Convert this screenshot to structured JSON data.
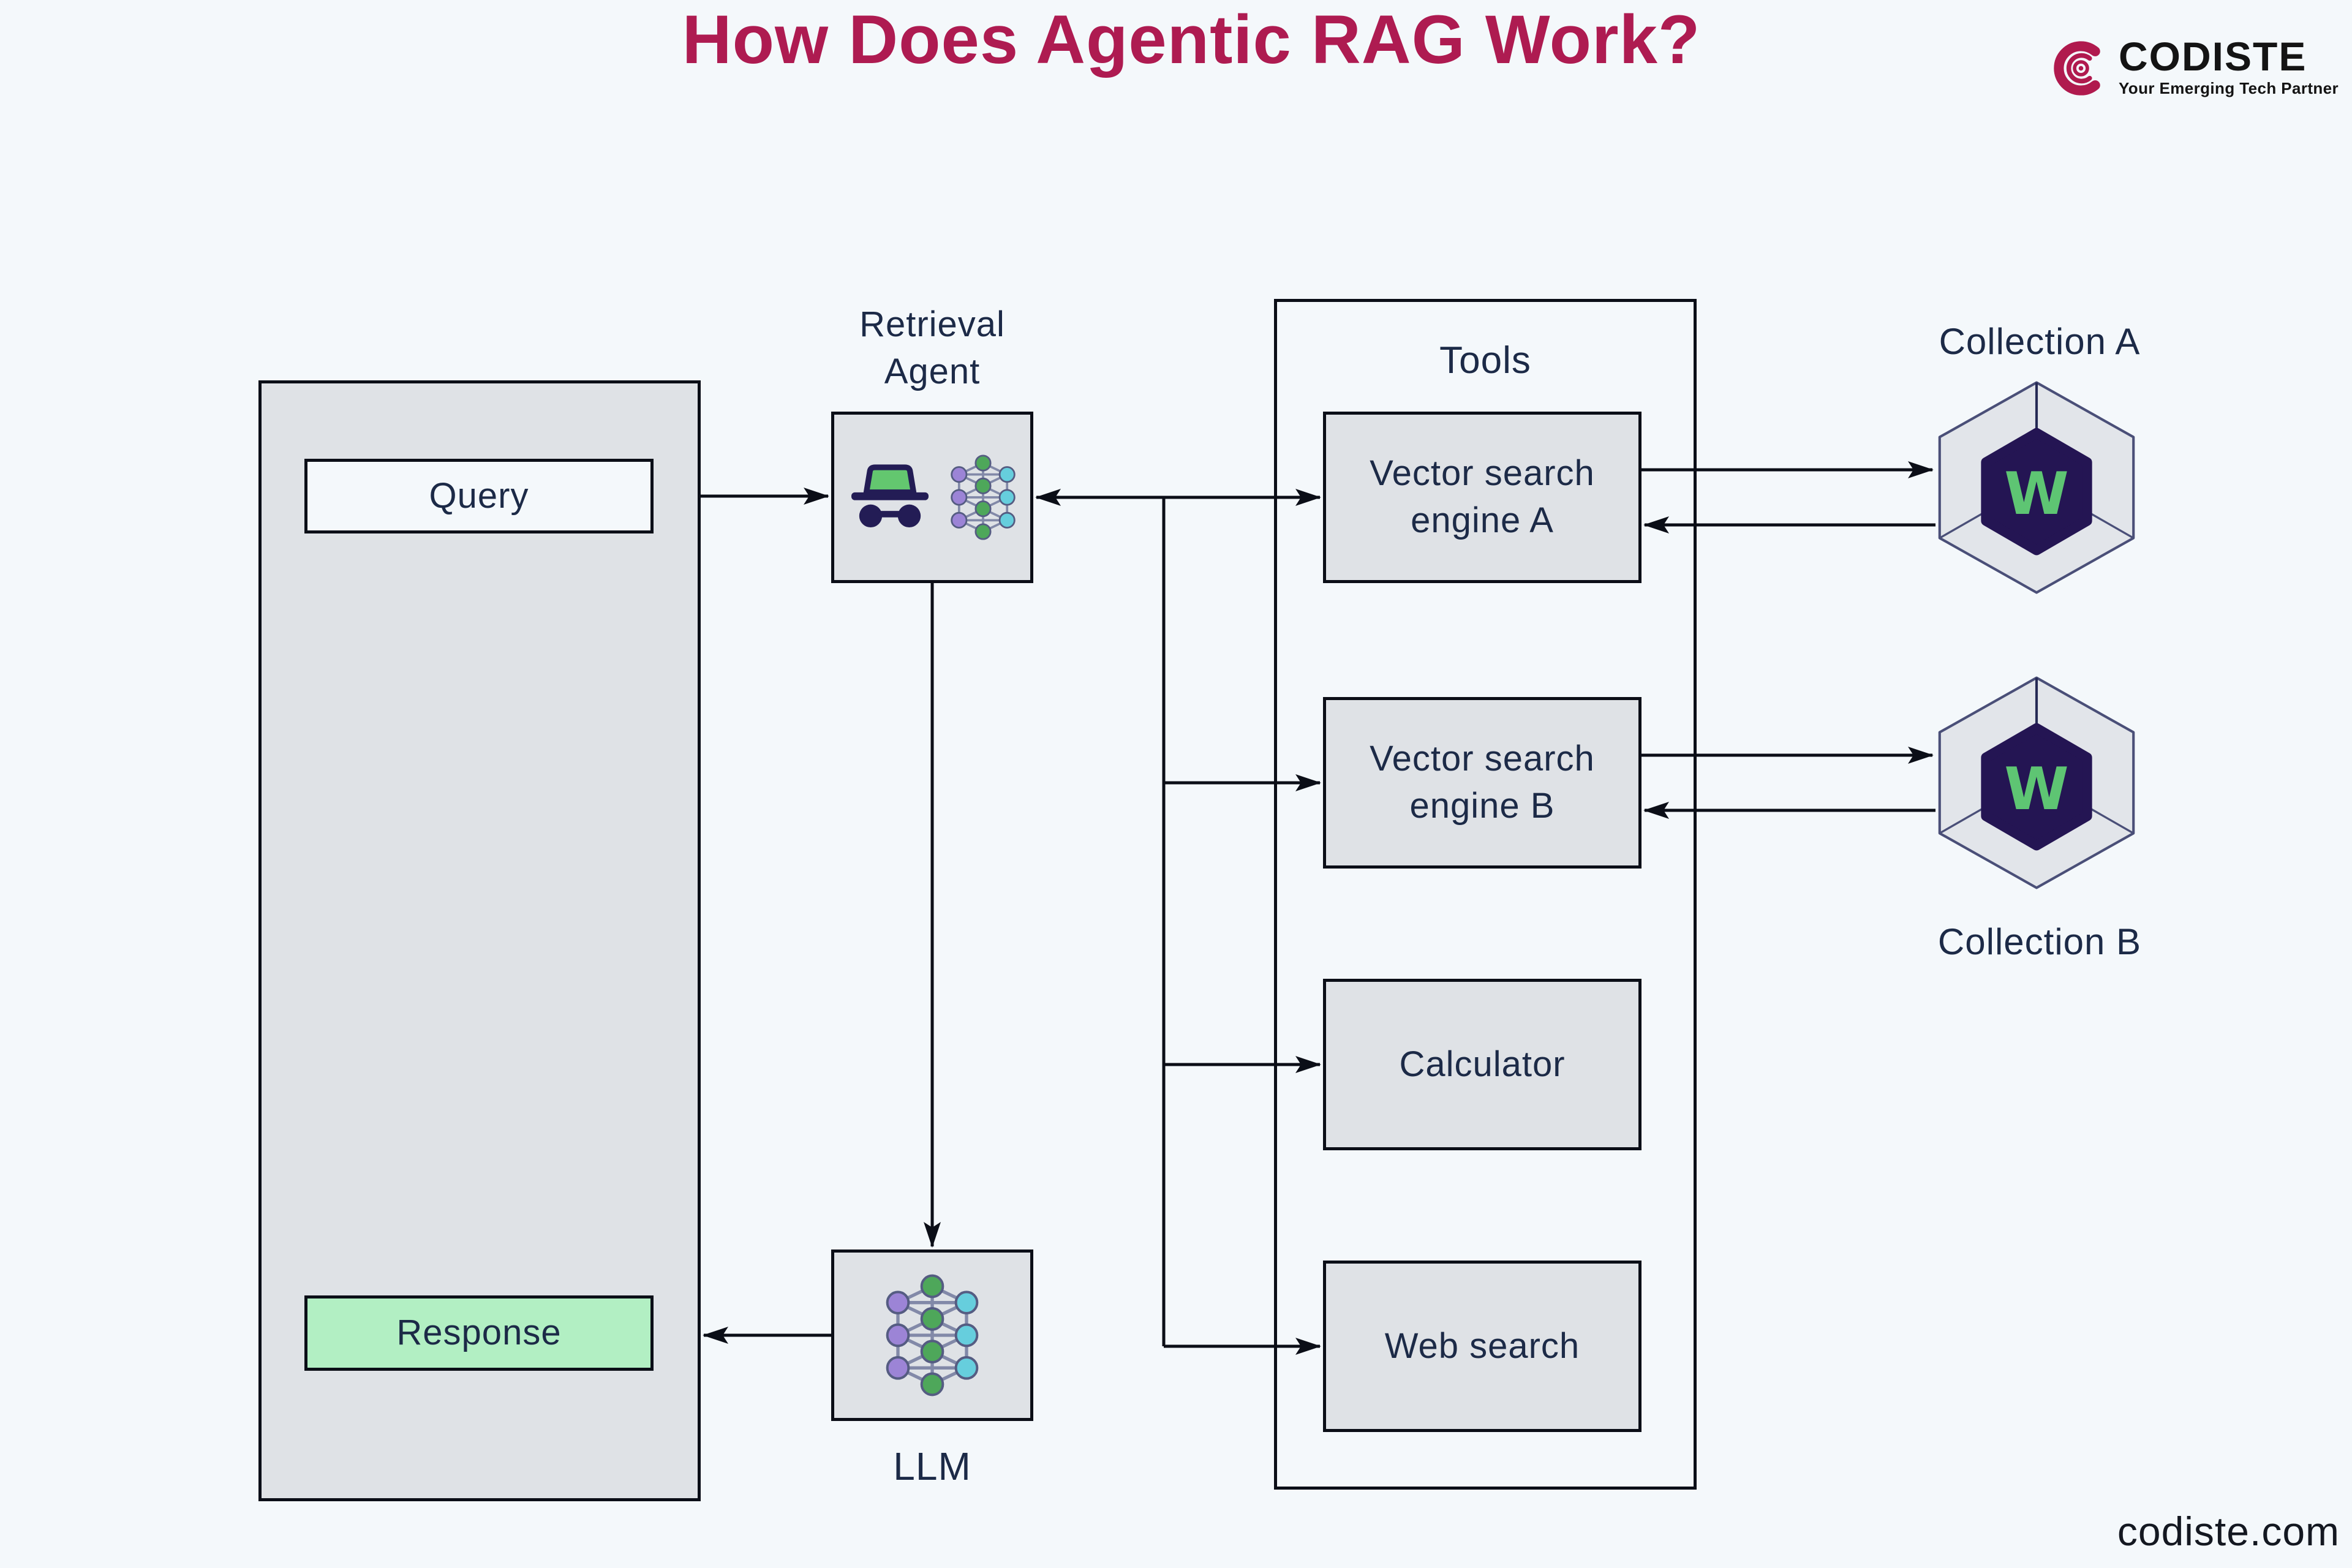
{
  "title": {
    "text": "How Does Agentic RAG Work?",
    "color": "#AE1B51"
  },
  "logo": {
    "name": "CODISTE",
    "tagline": "Your Emerging Tech Partner",
    "brand_color": "#B01A4E"
  },
  "footer": {
    "website": "codiste.com"
  },
  "left_panel": {
    "query_label": "Query",
    "response_label": "Response",
    "response_fill": "#B2EFC3"
  },
  "retrieval_agent": {
    "label_line1": "Retrieval",
    "label_line2": "Agent"
  },
  "llm": {
    "label": "LLM"
  },
  "tools": {
    "title": "Tools",
    "items": [
      "Vector search engine A",
      "Vector search engine B",
      "Calculator",
      "Web search"
    ]
  },
  "collections": {
    "a_label": "Collection A",
    "b_label": "Collection B"
  },
  "icons": {
    "agent": "incognito-agent-icon",
    "neural_network": "neural-network-icon",
    "collection": "weaviate-hexagon-icon",
    "logo_mark": "codiste-c-mark"
  },
  "colors": {
    "background": "#F4F8FB",
    "panel_gray": "#DFE2E6",
    "line_dark": "#0B0E17",
    "text_navy": "#1C2A47",
    "title_crimson": "#AE1B51",
    "response_green": "#B2EFC3",
    "weaviate_navy": "#241553",
    "weaviate_green": "#5EC573",
    "node_purple": "#9C84D6",
    "node_green": "#4EA75A",
    "node_cyan": "#66CEDD"
  }
}
